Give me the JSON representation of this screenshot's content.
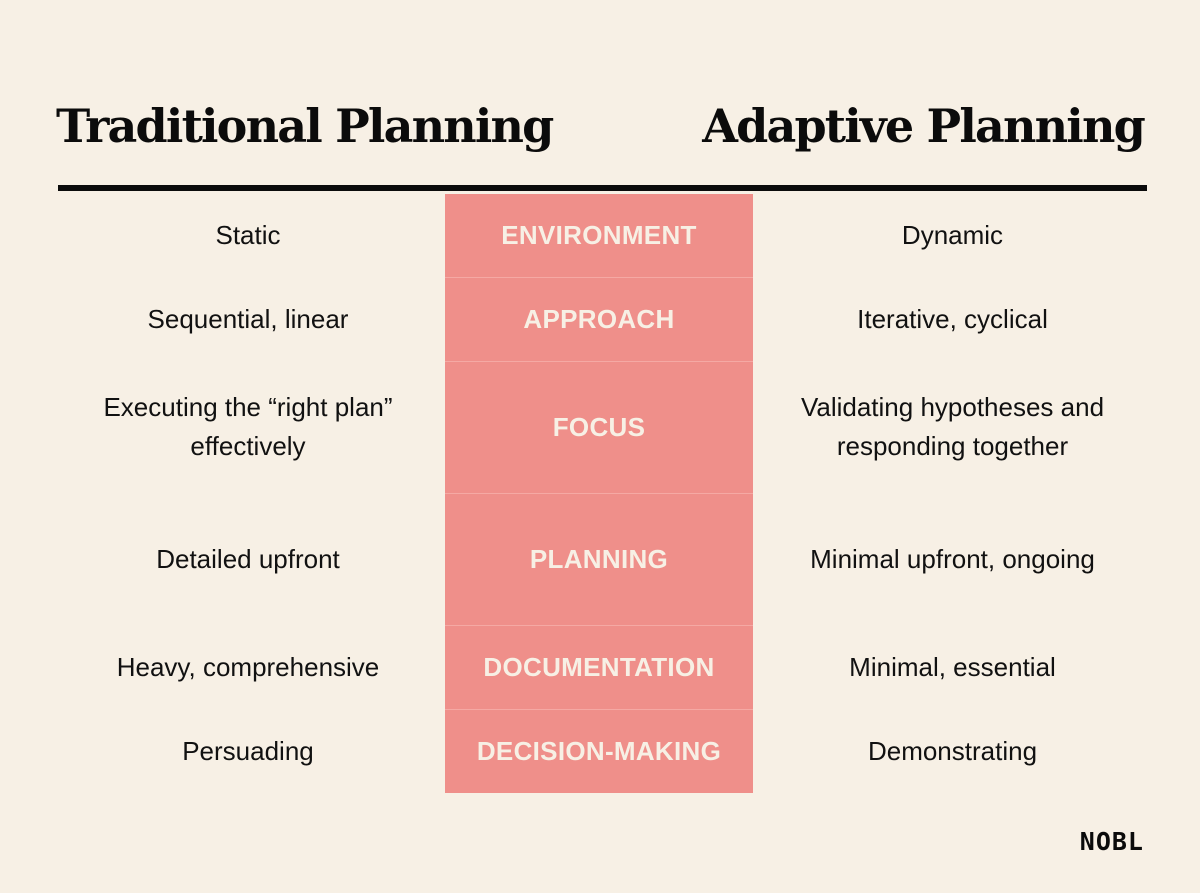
{
  "header": {
    "left_title": "Traditional Planning",
    "right_title": "Adaptive Planning"
  },
  "colors": {
    "background": "#f7f0e5",
    "center_column": "#ef8f8a",
    "center_text": "#f7f0e5",
    "text": "#111111"
  },
  "rows": [
    {
      "category": "ENVIRONMENT",
      "traditional": "Static",
      "adaptive": "Dynamic"
    },
    {
      "category": "APPROACH",
      "traditional": "Sequential, linear",
      "adaptive": "Iterative, cyclical"
    },
    {
      "category": "FOCUS",
      "traditional": "Executing the “right plan” effectively",
      "adaptive": "Validating hypotheses and responding together"
    },
    {
      "category": "PLANNING",
      "traditional": "Detailed upfront",
      "adaptive": "Minimal upfront, ongoing"
    },
    {
      "category": "DOCUMENTATION",
      "traditional": "Heavy, comprehensive",
      "adaptive": "Minimal, essential"
    },
    {
      "category": "DECISION-MAKING",
      "traditional": "Persuading",
      "adaptive": "Demonstrating"
    }
  ],
  "footer": {
    "logo": "NOBL"
  }
}
